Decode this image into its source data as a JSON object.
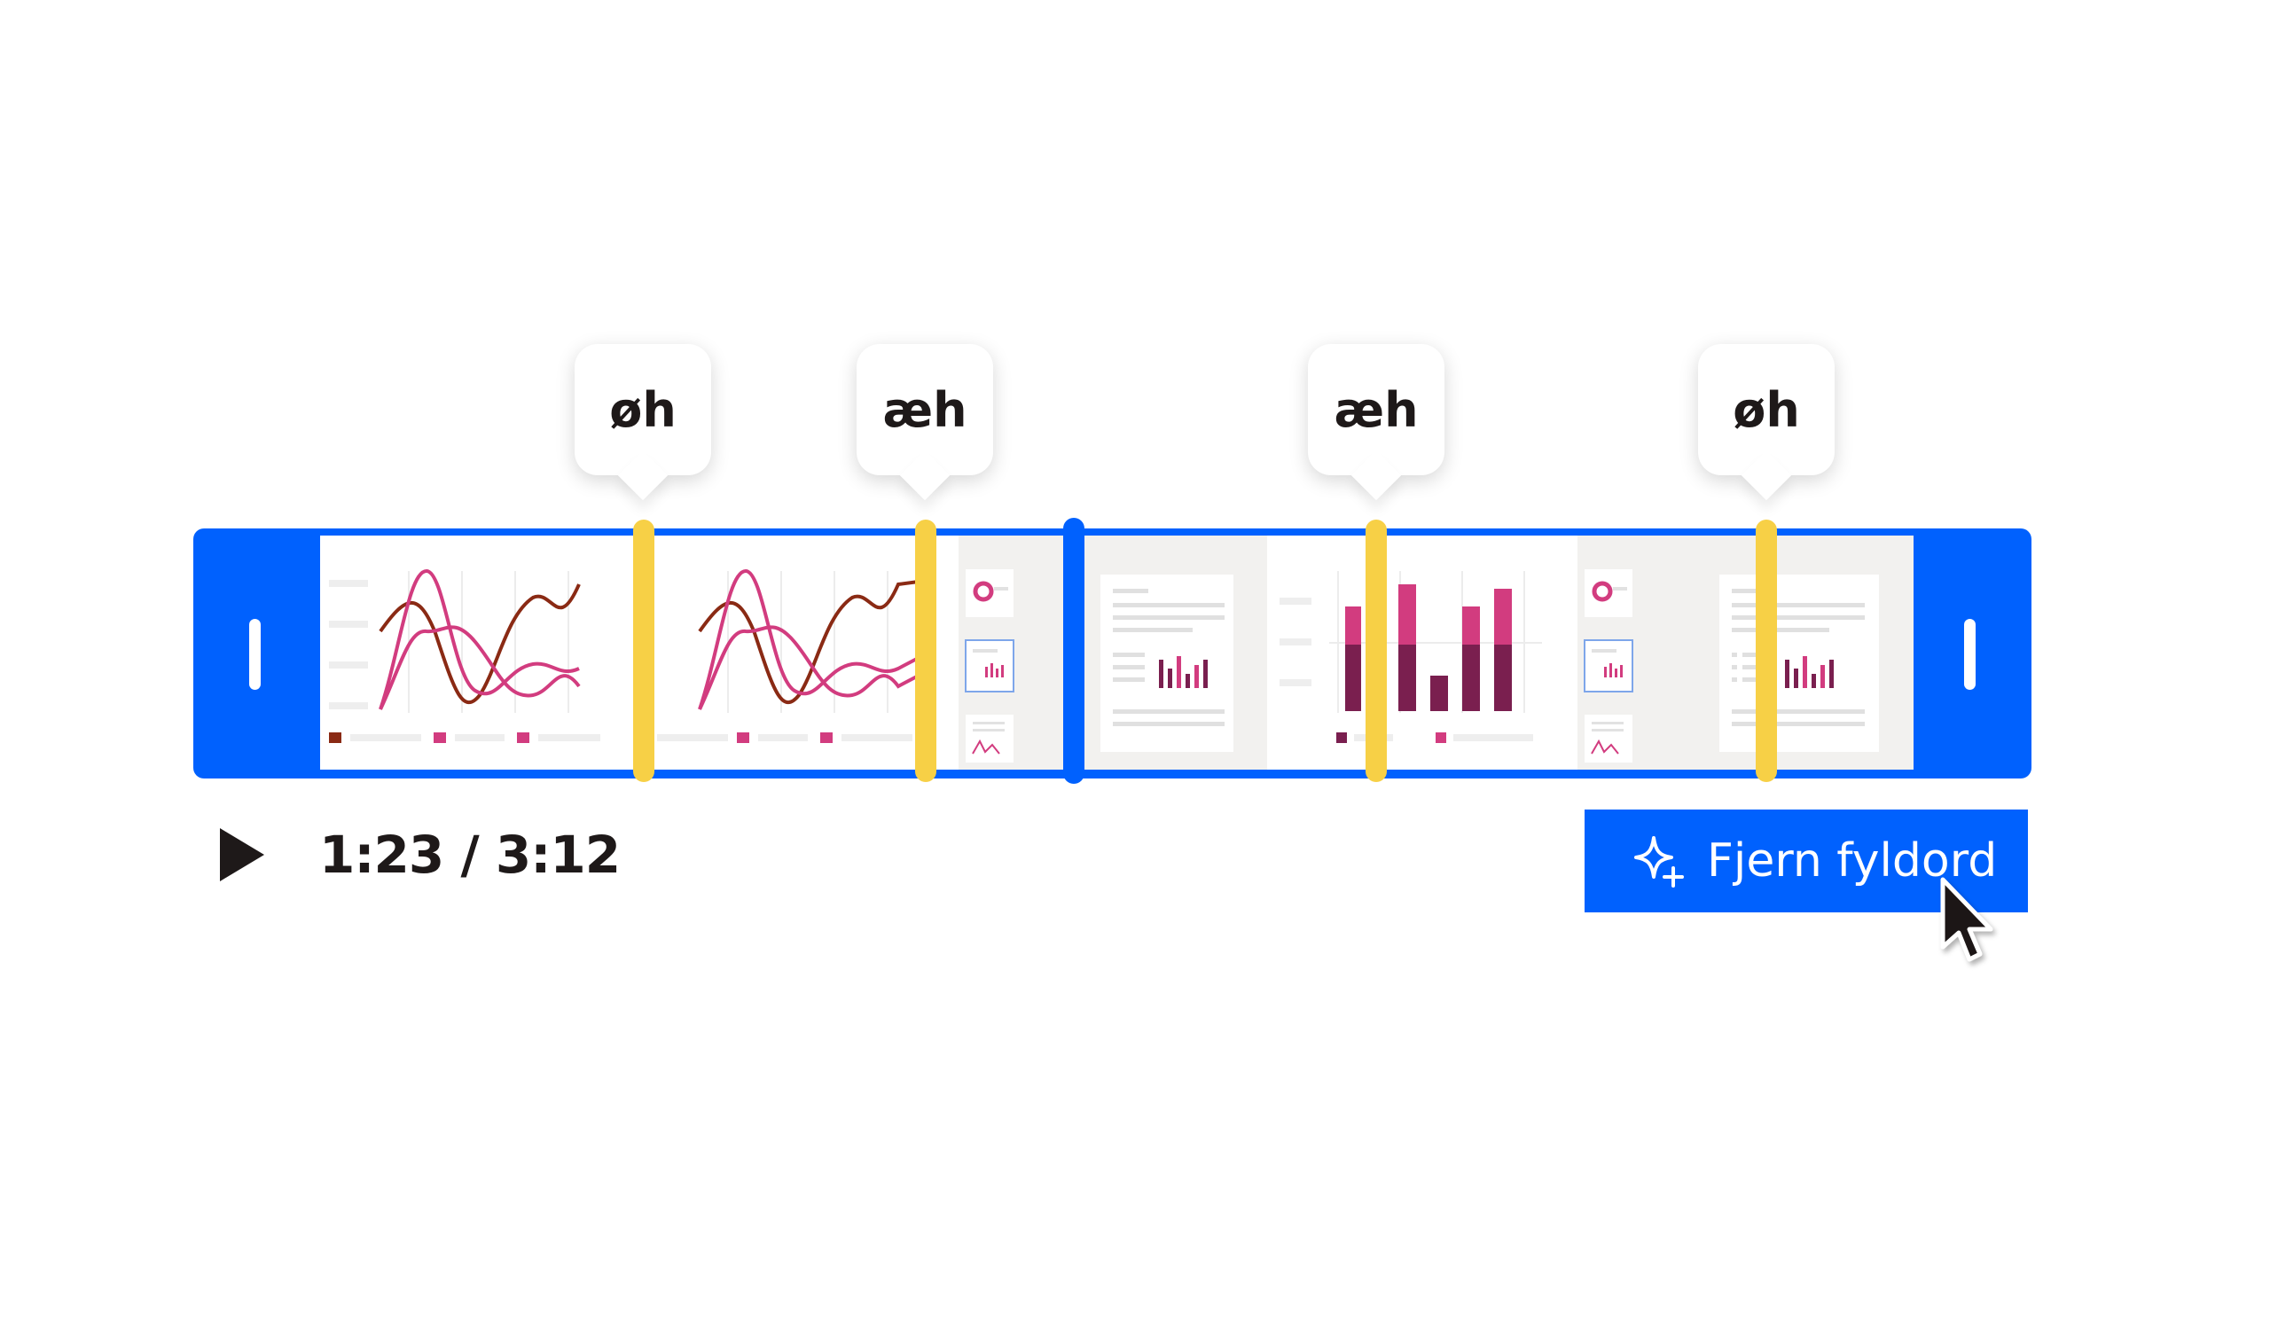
{
  "fillers": [
    {
      "word": "øh"
    },
    {
      "word": "æh"
    },
    {
      "word": "æh"
    },
    {
      "word": "øh"
    }
  ],
  "player": {
    "time_display": "1:23 / 3:12",
    "current_time": "1:23",
    "duration": "3:12"
  },
  "action_button": {
    "label": "Fjern fyldord"
  },
  "colors": {
    "accent_blue": "#0061fe",
    "marker_yellow": "#f7d046",
    "chart_pink": "#d23c7f",
    "chart_maroon": "#7a1f4f",
    "chart_brown": "#8a2a14",
    "text_dark": "#1e1919"
  },
  "icons": {
    "play": "play-icon",
    "sparkle": "sparkle-icon",
    "cursor": "mouse-pointer-icon"
  }
}
